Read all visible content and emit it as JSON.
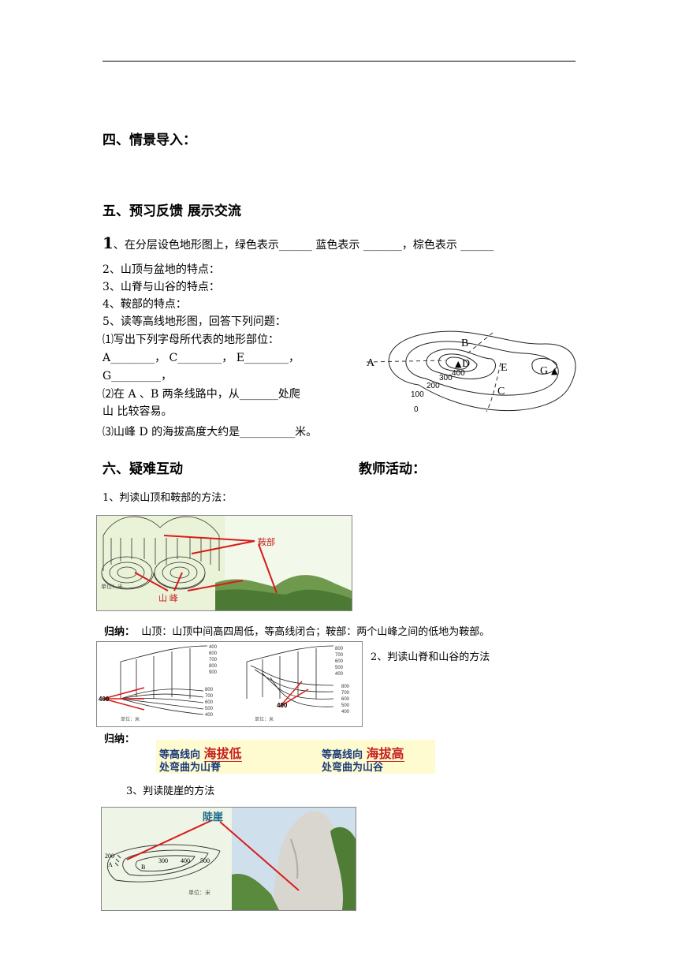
{
  "headings": {
    "s4": "四、情景导入：",
    "s5": "五、预习反馈 展示交流",
    "s6": "六、疑难互动",
    "teacher": "教师活动："
  },
  "preview": {
    "q1_num": "1",
    "q1_text": "、在分层设色地形图上，绿色表示______  蓝色表示 _______，棕色表示 ______",
    "q2": "2、山顶与盆地的特点：",
    "q3": "3、山脊与山谷的特点：",
    "q4": "4、鞍部的特点：",
    "q5": "5、读等高线地形图，回答下列问题：",
    "q5_1": "⑴写出下列字母所代表的地形部位：",
    "q5_1_blanks_a": "A________，  C________，  E________，",
    "q5_1_blanks_b": "G_________，",
    "q5_2a": "⑵在 A 、B 两条线路中，从_______处爬",
    "q5_2b": "山 比较容易。",
    "q5_3": "⑶山峰 D 的海拔高度大约是__________米。"
  },
  "contour_map": {
    "labels": {
      "A": "A",
      "B": "B",
      "C": "C",
      "D": "D",
      "E": "E",
      "G": "G"
    },
    "peak_symbol": "▲",
    "elevations": [
      "400",
      "300",
      "200",
      "100",
      "0"
    ]
  },
  "difficult": {
    "m1_title": "1、判读山顶和鞍部的方法：",
    "fig1_saddle": "鞍部",
    "fig1_peak": "山 峰",
    "fig1_unit": "单位：米",
    "sum1_label": "归纳：",
    "sum1_text": "山顶：山顶中间高四周低，等高线闭合；鞍部：两个山峰之间的低地为鞍部。",
    "m2_title": "2、判读山脊和山谷的方法",
    "fig2_left_values": [
      "400",
      "600",
      "700",
      "800",
      "900",
      "800",
      "700",
      "600",
      "500",
      "400"
    ],
    "fig2_right_values": [
      "800",
      "700",
      "600",
      "500",
      "400",
      "800",
      "700",
      "600",
      "500",
      "400"
    ],
    "fig2_unit": "单位：米",
    "fig2_400": "400",
    "sum2_label": "归纳：",
    "rule_a1": "等高线向",
    "rule_a2": "海拔低",
    "rule_a3": "处弯曲为山脊",
    "rule_b1": "等高线向",
    "rule_b2": "海拔高",
    "rule_b3": "处弯曲为山谷",
    "m3_title": "3、判读陡崖的方法",
    "fig3_cliff": "陡崖",
    "fig3_values": [
      "200",
      "300",
      "400",
      "500"
    ],
    "fig3_A": "A",
    "fig3_B": "B",
    "fig3_unit": "单位：米"
  },
  "colors": {
    "arrow": "#d81b1b",
    "label_red": "#c62020",
    "rule_bg": "#fffbd0",
    "rule_blue": "#1a3a7a"
  }
}
